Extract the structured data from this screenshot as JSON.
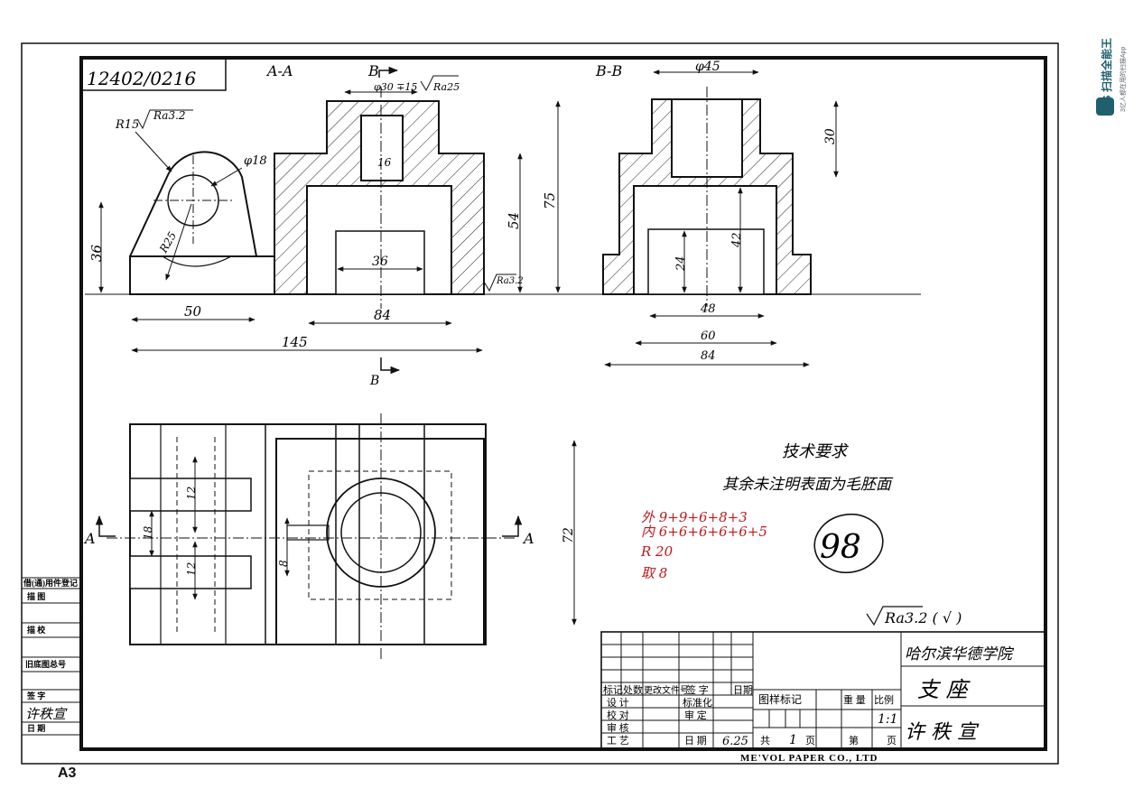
{
  "drawing_number": "12402/0216",
  "section_labels": {
    "aa": "A-A",
    "bb": "B-B",
    "b_top": "B",
    "b_bottom": "B",
    "a_left": "A",
    "a_right": "A"
  },
  "dimensions": {
    "d50": "50",
    "d84_left": "84",
    "d145": "145",
    "d36_height": "36",
    "d36_slot": "36",
    "d54": "54",
    "d75": "75",
    "d16": "16",
    "d18_dia": "φ18",
    "r15": "R15",
    "r25": "R25",
    "ra32": "Ra3.2",
    "ra25": "Ra25",
    "ra32b": "Ra3.2",
    "top_callout": "φ30 ∓15",
    "d45": "φ45",
    "d30": "30",
    "d42": "42",
    "d24": "24",
    "d48": "48",
    "d60": "60",
    "d84_right": "84",
    "d72": "72",
    "d12a": "12",
    "d18": "18",
    "d12b": "12",
    "d8": "8"
  },
  "notes": {
    "tech_title": "技术要求",
    "tech_text": "其余未注明表面为毛胚面",
    "ra_general": "Ra3.2 ( √ )"
  },
  "grading": {
    "line1": "外 9+9+6+8+3",
    "line2": "内 6+6+6+6+6+5",
    "line3": "R 20",
    "line4": "取 8",
    "score": "98"
  },
  "title_block": {
    "h_mark": "标记",
    "h_count": "处数",
    "h_doc": "更改文件号",
    "h_sign": "签 字",
    "h_date": "日期",
    "design": "设 计",
    "check": "校 对",
    "review": "审 核",
    "process": "工 艺",
    "std": "标准化",
    "approve": "审 定",
    "date_label": "日 期",
    "date_value": "6.25",
    "sample_mark": "图样标记",
    "weight": "重 量",
    "scale": "比例",
    "scale_value": "1:1",
    "total": "共",
    "total_n": "1",
    "page": "页",
    "page_of": "第",
    "page_end": "页",
    "school": "哈尔滨华德学院",
    "part_name": "支 座",
    "student": "许 秩 宣",
    "publisher": "ME'VOL PAPER CO., LTD"
  },
  "left_strip": {
    "r1": "借(通)用件登记",
    "r2": "描 图",
    "r3": "描 校",
    "r4": "旧底图总号",
    "r5": "签 字",
    "r6": "许秩宣",
    "r7": "日 期"
  },
  "paper_size": "A3",
  "scanner": {
    "brand": "CS 扫描全能王",
    "tag": "3亿人都在用的扫描App",
    "accent": "#1f5f6e"
  }
}
